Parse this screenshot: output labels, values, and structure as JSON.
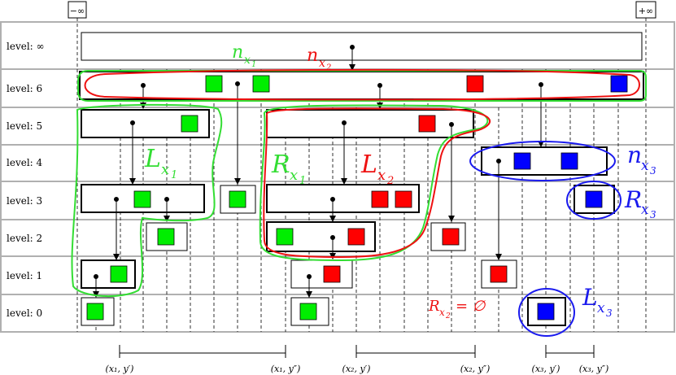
{
  "sentinels": {
    "left": "−∞",
    "right": "+∞"
  },
  "levels": [
    "level: ∞",
    "level: 6",
    "level: 5",
    "level: 4",
    "level: 3",
    "level: 2",
    "level: 1",
    "level: 0"
  ],
  "annotations": {
    "n_x1": "n",
    "n_x1_sub": "x",
    "n_x1_subsub": "1",
    "n_x2": "n",
    "n_x2_sub": "x",
    "n_x2_subsub": "2",
    "L_x1": "L",
    "L_x1_sub": "x",
    "L_x1_subsub": "1",
    "R_x1": "R",
    "R_x1_sub": "x",
    "R_x1_subsub": "1",
    "L_x2": "L",
    "L_x2_sub": "x",
    "L_x2_subsub": "2",
    "n_x3": "n",
    "n_x3_sub": "x",
    "n_x3_subsub": "3",
    "R_x3": "R",
    "R_x3_sub": "x",
    "R_x3_subsub": "3",
    "L_x3": "L",
    "L_x3_sub": "x",
    "L_x3_subsub": "3",
    "R_x2_empty": "R",
    "R_x2_empty_sub": "x",
    "R_x2_empty_subsub": "2",
    "R_x2_empty_eq": "= ∅"
  },
  "intervals": [
    {
      "left": "(x₁, y′)",
      "right": "(x₁, y″)"
    },
    {
      "left": "(x₂, y′)",
      "right": "(x₂, y″)"
    },
    {
      "left": "(x₃, y′)",
      "right": "(x₃, y″)"
    }
  ],
  "colors": {
    "green": "#00ee00",
    "red": "#ff0000",
    "blue": "#0000ff",
    "green_curve": "#33dd33",
    "red_curve": "#ee1111",
    "blue_curve": "#1a1aee"
  }
}
